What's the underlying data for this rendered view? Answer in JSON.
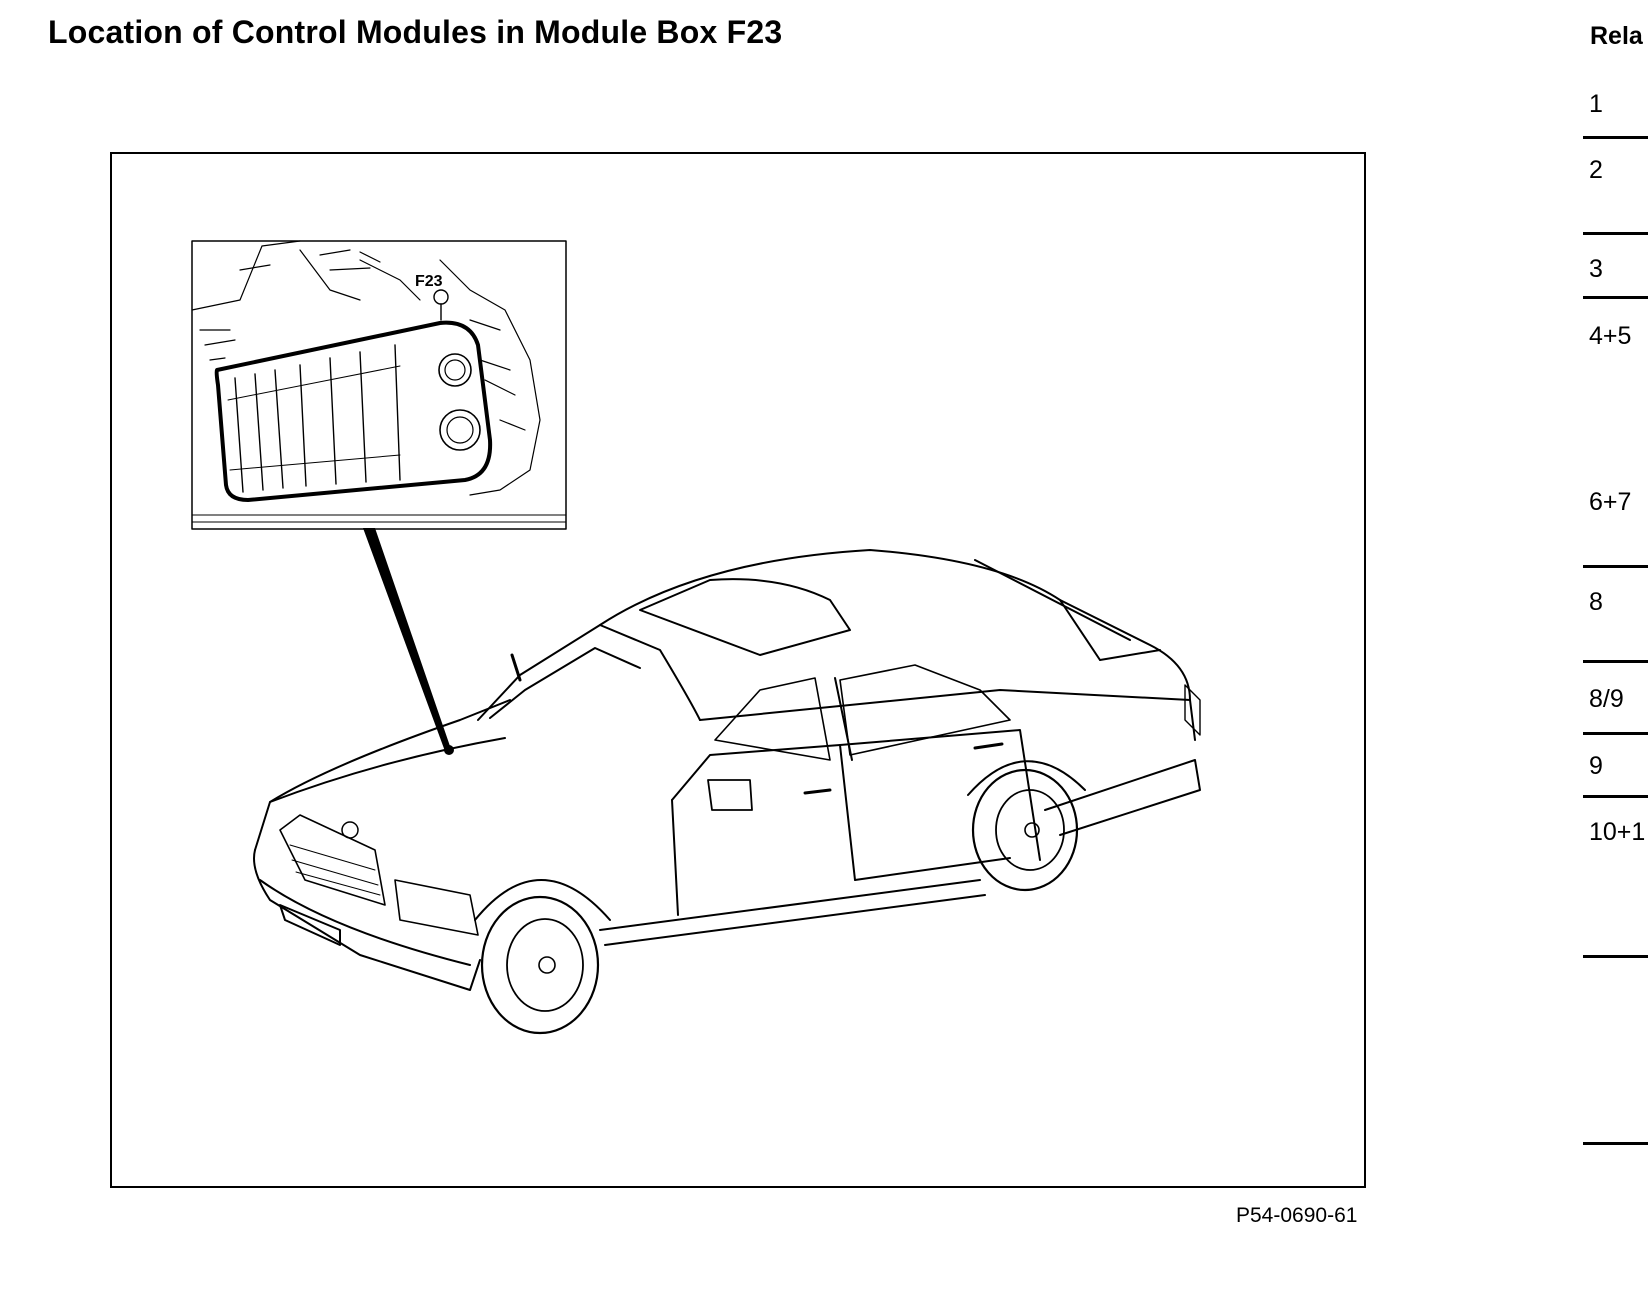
{
  "page": {
    "title": "Location of Control Modules in Module Box F23",
    "side_header": "Rela",
    "figure_ref": "P54-0690-61"
  },
  "figure": {
    "callout_label": "F23"
  },
  "relay_table": {
    "labels": [
      "1",
      "2",
      "3",
      "4+5",
      "6+7",
      "8",
      "8/9",
      "9",
      "10+1"
    ]
  }
}
